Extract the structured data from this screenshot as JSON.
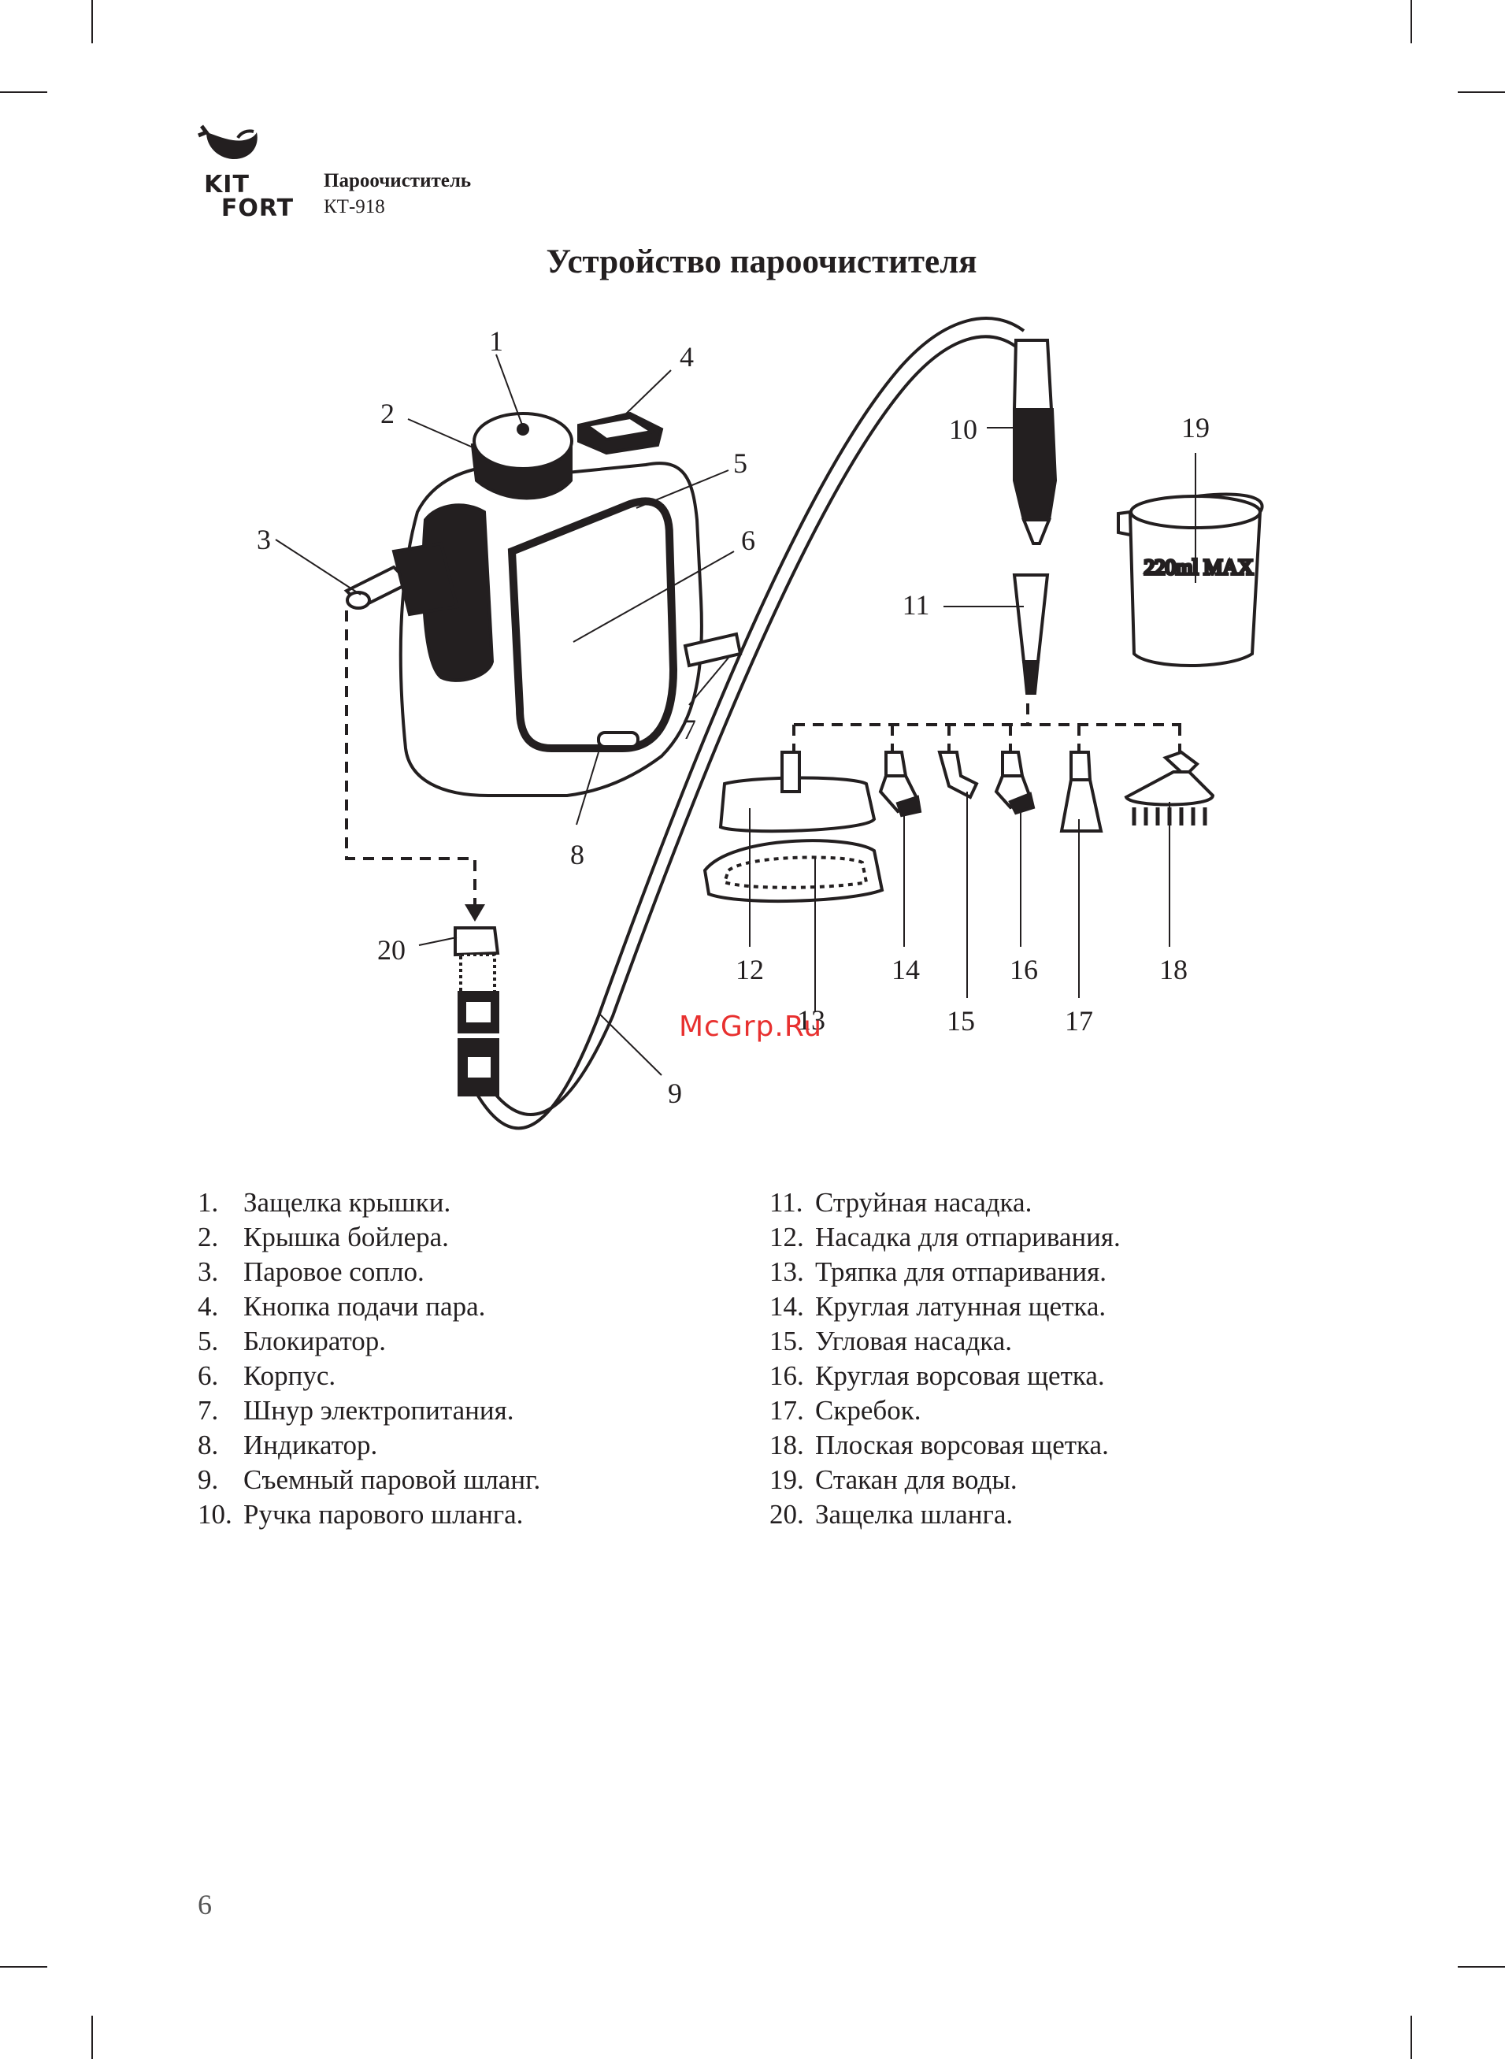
{
  "header": {
    "brand_line1": "KIT",
    "brand_line2": "FORT",
    "product_type": "Пароочиститель",
    "model": "КТ-918"
  },
  "title": "Устройство пароочистителя",
  "diagram": {
    "cup_marking": "220ml MAX",
    "callouts": [
      "1",
      "2",
      "3",
      "4",
      "5",
      "6",
      "7",
      "8",
      "9",
      "10",
      "11",
      "12",
      "13",
      "14",
      "15",
      "16",
      "17",
      "18",
      "19",
      "20"
    ]
  },
  "parts_left": [
    {
      "num": "1.",
      "text": "Защелка крышки."
    },
    {
      "num": "2.",
      "text": "Крышка бойлера."
    },
    {
      "num": "3.",
      "text": "Паровое сопло."
    },
    {
      "num": "4.",
      "text": "Кнопка подачи пара."
    },
    {
      "num": "5.",
      "text": "Блокиратор."
    },
    {
      "num": "6.",
      "text": "Корпус."
    },
    {
      "num": "7.",
      "text": "Шнур электропитания."
    },
    {
      "num": "8.",
      "text": "Индикатор."
    },
    {
      "num": "9.",
      "text": "Съемный паровой шланг."
    },
    {
      "num": "10.",
      "text": "Ручка парового шланга."
    }
  ],
  "parts_right": [
    {
      "num": "11.",
      "text": "Струйная насадка."
    },
    {
      "num": "12.",
      "text": "Насадка для отпаривания."
    },
    {
      "num": "13.",
      "text": "Тряпка для отпаривания."
    },
    {
      "num": "14.",
      "text": "Круглая латунная щетка."
    },
    {
      "num": "15.",
      "text": "Угловая насадка."
    },
    {
      "num": "16.",
      "text": "Круглая ворсовая щетка."
    },
    {
      "num": "17.",
      "text": "Скребок."
    },
    {
      "num": "18.",
      "text": "Плоская ворсовая щетка."
    },
    {
      "num": "19.",
      "text": "Стакан для воды."
    },
    {
      "num": "20.",
      "text": "Защелка шланга."
    }
  ],
  "page_number": "6",
  "watermark": "McGrp.Ru"
}
